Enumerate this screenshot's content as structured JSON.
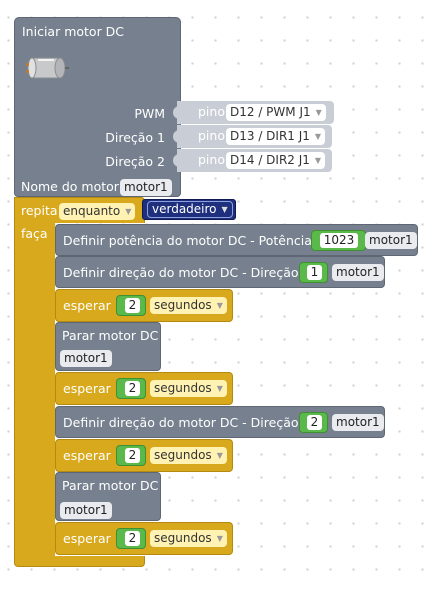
{
  "init": {
    "title": "Iniciar motor DC",
    "rows": [
      {
        "label": "PWM",
        "pin_label": "pino",
        "value": "D12 / PWM J1"
      },
      {
        "label": "Direção 1",
        "pin_label": "pino",
        "value": "D13 / DIR1 J1"
      },
      {
        "label": "Direção 2",
        "pin_label": "pino",
        "value": "D14 / DIR2 J1"
      }
    ],
    "name_label": "Nome do motor:",
    "name_value": "motor1"
  },
  "loop": {
    "repeat_label": "repita",
    "mode": "enquanto",
    "condition": "verdadeiro",
    "do_label": "faça"
  },
  "blocks": {
    "set_power": {
      "label": "Definir potência do motor DC  -  Potência:",
      "value": "1023",
      "motor": "motor1"
    },
    "set_dir1": {
      "label": "Definir direção do motor DC  -  Direção:",
      "value": "1",
      "motor": "motor1"
    },
    "wait1": {
      "label": "esperar",
      "value": "2",
      "unit": "segundos"
    },
    "stop1": {
      "label": "Parar motor DC",
      "motor": "motor1"
    },
    "wait2": {
      "label": "esperar",
      "value": "2",
      "unit": "segundos"
    },
    "set_dir2": {
      "label": "Definir direção do motor DC  -  Direção:",
      "value": "2",
      "motor": "motor1"
    },
    "wait3": {
      "label": "esperar",
      "value": "2",
      "unit": "segundos"
    },
    "stop2": {
      "label": "Parar motor DC",
      "motor": "motor1"
    },
    "wait4": {
      "label": "esperar",
      "value": "2",
      "unit": "segundos"
    }
  },
  "icons": {
    "motor": "dc-motor-image",
    "dropdown": "dropdown-arrow-icon"
  },
  "colors": {
    "motor_block": "#76808e",
    "loop_block": "#d8a91c",
    "number_slot": "#5bb84a",
    "boolean_block": "#1d2f7d"
  }
}
